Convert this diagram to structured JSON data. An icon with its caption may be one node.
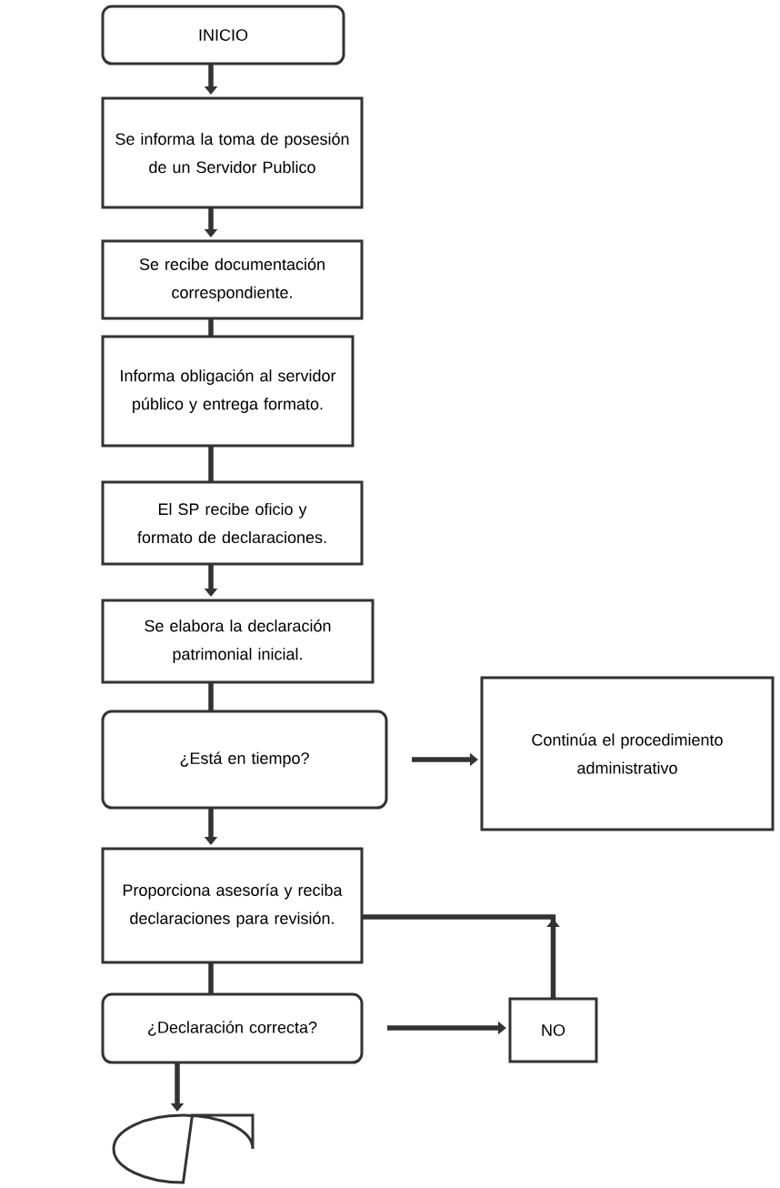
{
  "diagram": {
    "nodes": [
      {
        "text": [
          "INICIO"
        ]
      },
      {
        "text": [
          "Se informa la toma de posesión de un Servidor Publico"
        ]
      },
      {
        "text": [
          "Se recibe documentación correspondiente."
        ]
      },
      {
        "text": [
          "Informa obligación al servidor público y entrega formato."
        ]
      },
      {
        "text": [
          "El SP recibe oficio y formato de declaraciones."
        ]
      },
      {
        "text": [
          "Se elabora la declaración patrimonial inicial."
        ]
      },
      {
        "text": [
          "¿Está en tiempo?"
        ]
      },
      {
        "text": [
          "Continúa el procedimiento administrativo"
        ]
      },
      {
        "text": [
          "Proporciona asesoría y reciba declaraciones para revisión."
        ]
      },
      {
        "text": [
          "¿Declaración correcta?"
        ]
      },
      {
        "text": [
          "NO"
        ]
      },
      {
        "text": [],
        "shape": "terminal"
      }
    ],
    "edges": [
      {
        "from": 0,
        "to": 1,
        "arrow": "to"
      },
      {
        "from": 1,
        "to": 2,
        "arrow": "to"
      },
      {
        "from": 2,
        "to": 3,
        "arrow": "none"
      },
      {
        "from": 3,
        "to": 4,
        "arrow": "none"
      },
      {
        "from": 4,
        "to": 5,
        "arrow": "to"
      },
      {
        "from": 5,
        "to": 6,
        "arrow": "none"
      },
      {
        "from": 6,
        "to": 7,
        "arrow": "to"
      },
      {
        "from": 6,
        "to": 8,
        "arrow": "to"
      },
      {
        "from": 8,
        "to": 9,
        "arrow": "none"
      },
      {
        "from": 9,
        "to": 10,
        "arrow": "to"
      },
      {
        "from": 10,
        "to": 8,
        "arrow": "to"
      },
      {
        "from": 9,
        "to": 11,
        "arrow": "to"
      }
    ]
  }
}
